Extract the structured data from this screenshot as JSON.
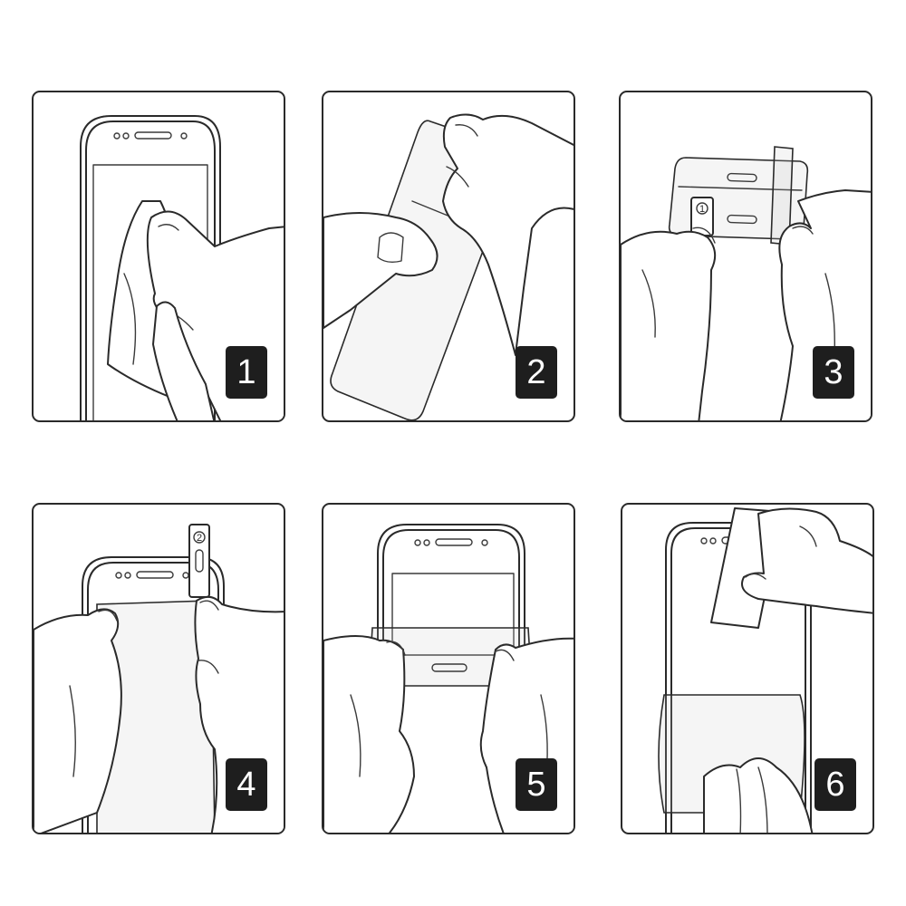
{
  "steps": [
    {
      "number": "1"
    },
    {
      "number": "2"
    },
    {
      "number": "3"
    },
    {
      "number": "4"
    },
    {
      "number": "5"
    },
    {
      "number": "6"
    }
  ],
  "tabs": {
    "tab_one": "1",
    "tab_two": "2"
  }
}
